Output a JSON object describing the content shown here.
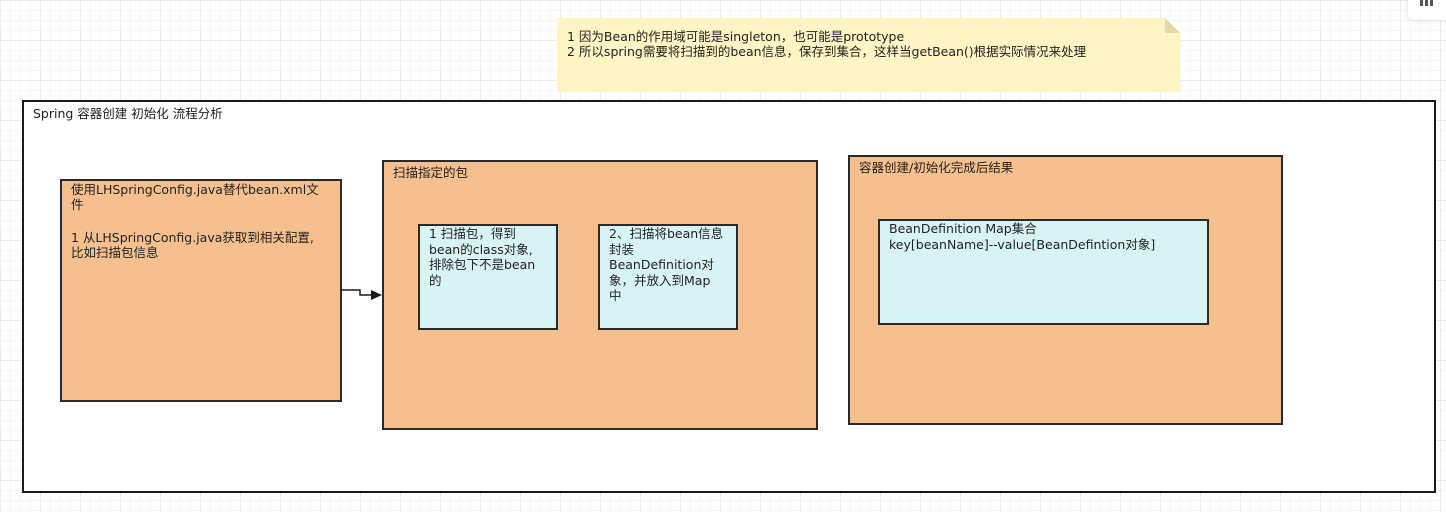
{
  "note": {
    "lines": [
      "1 因为Bean的作用域可能是singleton，也可能是prototype",
      "2 所以spring需要将扫描到的bean信息，保存到集合，这样当getBean()根据实际情况来处理"
    ]
  },
  "container": {
    "title": "Spring 容器创建 初始化 流程分析"
  },
  "config_box": {
    "lines": [
      "使用LHSpringConfig.java替代bean.xml文",
      "件",
      "",
      "1 从LHSpringConfig.java获取到相关配置,",
      "比如扫描包信息"
    ]
  },
  "scan_box": {
    "title": "扫描指定的包",
    "step1": {
      "lines": [
        "1 扫描包，得到",
        "bean的class对象,",
        "排除包下不是bean",
        "的"
      ]
    },
    "step2": {
      "lines": [
        "2、扫描将bean信息",
        "封装",
        "BeanDefinition对",
        "象，并放入到Map",
        "中"
      ]
    }
  },
  "result_box": {
    "title": "容器创建/初始化完成后结果",
    "map": {
      "lines": [
        "BeanDefinition Map集合",
        "key[beanName]--value[BeanDefintion对象]"
      ]
    }
  },
  "colors": {
    "container_fill": "#f5c08e",
    "step_fill": "#d8f3f4",
    "note_fill": "#fff4c3",
    "stroke": "#2a2a2a"
  },
  "icons": {
    "arrow": "arrow-right-icon",
    "corner": "grid-menu-icon"
  }
}
